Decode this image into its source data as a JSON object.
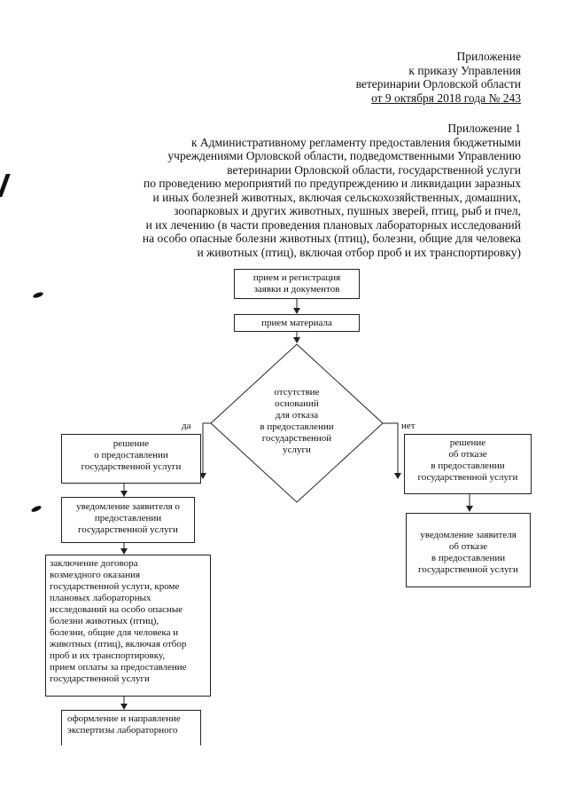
{
  "header": {
    "lines": [
      "Приложение",
      "к приказу Управления",
      "ветеринарии Орловской области",
      "от  9 октября 2018 года № 243"
    ]
  },
  "appendix": {
    "lines": [
      "Приложение 1",
      "к Административному регламенту предоставления бюджетными",
      "учреждениями Орловской области, подведомственными Управлению",
      "ветеринарии Орловской области, государственной услуги",
      "по проведению мероприятий по предупреждению и ликвидации заразных",
      "и иных болезней животных, включая сельскохозяйственных, домашних,",
      "зоопарковых и других животных, пушных зверей, птиц, рыб и пчел,",
      "и их лечению (в части проведения плановых лабораторных исследований",
      "на особо опасные болезни животных (птиц), болезни, общие для человека",
      "и животных (птиц), включая отбор проб и их транспортировку)"
    ]
  },
  "flowchart": {
    "box_reception": "прием и регистрация\nзаявки и документов",
    "box_material": "прием материала",
    "decision": "отсутствие\nоснований\nдля отказа\nв предоставлении\nгосударственной\nуслуги",
    "label_yes": "да",
    "label_no": "нет",
    "box_decision_grant": "решение\nо предоставлении\nгосударственной услуги",
    "box_decision_refuse": "решение\nоб отказе\nв предоставлении\nгосударственной услуги",
    "box_notify_grant": "уведомление заявителя о\nпредоставлении\nгосударственной услуги",
    "box_notify_refuse": "уведомление заявителя\nоб отказе\nв предоставлении\nгосударственной услуги",
    "box_contract": "заключение договора\nвозмездного оказания\nгосударственной услуги, кроме\nплановых лабораторных\nисследований на особо опасные\nболезни животных (птиц),\nболезни, общие для человека и\nживотных (птиц), включая отбор\nпроб и их транспортировку,\nприем оплаты за предоставление\nгосударственной услуги",
    "box_expertise": "оформление и направление\nэкспертизы лабораторного"
  }
}
